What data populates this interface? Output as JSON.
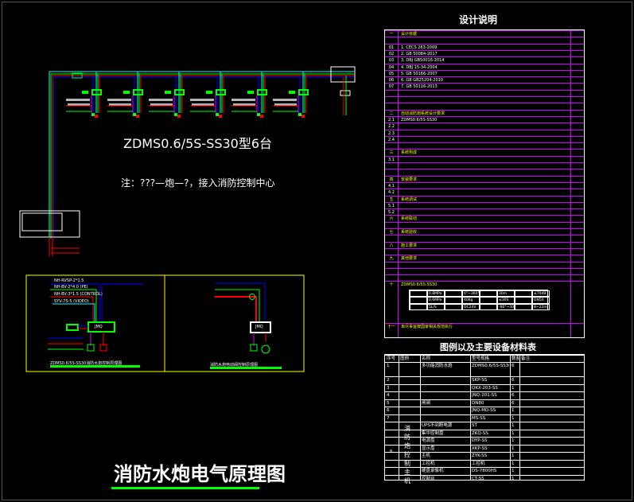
{
  "main_title": "消防水炮电气原理图",
  "diagram": {
    "model_label": "ZDMS0.6/5S-SS30型6台",
    "note": "注：???—炮—?，接入消防控制中心",
    "unit_count": 6,
    "unit_label": "JMQ",
    "bottom_left_caption": "ZDMS0.6/5S-SS30消防水炮控制原理图",
    "bottom_right_caption": "消防水炮电动阀控制原理图",
    "cables": [
      "NH-RVSP-2*1.5",
      "NH-BV-2*4.0 (PE)",
      "NH-BV-3*1.5 (CONTROL)",
      "SYV-75-5 (VIDEO)"
    ],
    "colors": {
      "cyan": "#00ffff",
      "green": "#00ff00",
      "red": "#ff0000",
      "blue": "#0000ff",
      "magenta": "#cc00ff",
      "yellow": "#ffff00"
    }
  },
  "notes": {
    "title": "设计说明",
    "rows": [
      {
        "n": "一",
        "t": "设计依据",
        "h": true
      },
      {
        "n": "",
        "t": ""
      },
      {
        "n": "01",
        "t": "1. CECS 263-2009"
      },
      {
        "n": "02",
        "t": "2. GB 50084-2017"
      },
      {
        "n": "03",
        "t": "3. DBJ GB50016-2014"
      },
      {
        "n": "04",
        "t": "4. DBJ 15-34-2004"
      },
      {
        "n": "05",
        "t": "5. GB 50166-2007"
      },
      {
        "n": "06",
        "t": "6. GB GB25204-2010"
      },
      {
        "n": "07",
        "t": "7. GB 50116-2013"
      },
      {
        "n": "",
        "t": ""
      },
      {
        "n": "",
        "t": ""
      },
      {
        "n": "",
        "t": ""
      },
      {
        "n": "二",
        "t": "自动消防炮系统设计要求",
        "h": true
      },
      {
        "n": "2.1",
        "t": "ZDMS0.6/5S-SS30"
      },
      {
        "n": "2.2",
        "t": ""
      },
      {
        "n": "2.3",
        "t": ""
      },
      {
        "n": "2.4",
        "t": ""
      },
      {
        "n": "",
        "t": ""
      },
      {
        "n": "三",
        "t": "系统构成",
        "h": true
      },
      {
        "n": "3.1",
        "t": ""
      },
      {
        "n": "",
        "t": ""
      },
      {
        "n": "",
        "t": ""
      },
      {
        "n": "四",
        "t": "安装要求",
        "h": true
      },
      {
        "n": "4.1",
        "t": ""
      },
      {
        "n": "4.2",
        "t": ""
      },
      {
        "n": "五",
        "t": "系统调试",
        "h": true
      },
      {
        "n": "5.1",
        "t": ""
      },
      {
        "n": "5.2",
        "t": ""
      },
      {
        "n": "六",
        "t": "系统联动",
        "h": true
      },
      {
        "n": "",
        "t": ""
      },
      {
        "n": "七",
        "t": "系统验收",
        "h": true
      },
      {
        "n": "",
        "t": ""
      },
      {
        "n": "八",
        "t": "施工要求",
        "h": true
      },
      {
        "n": "",
        "t": ""
      },
      {
        "n": "九",
        "t": "其他要求",
        "h": true
      },
      {
        "n": "",
        "t": ""
      },
      {
        "n": "",
        "t": ""
      },
      {
        "n": "",
        "t": ""
      },
      {
        "n": "十",
        "t": "ZDMS0.6/5S-SS30",
        "h": true
      }
    ],
    "params": [
      [
        "",
        "0.8MPa",
        "",
        "0°~360°",
        "",
        "30m",
        "",
        "≤70dB"
      ],
      [
        "",
        "0.6MPa",
        "",
        "40Kg",
        "",
        "≤30S",
        "",
        "DN50"
      ],
      [
        "",
        "5L/S",
        "",
        "DC24V",
        "",
        "-90°~30°",
        "",
        "8~22m"
      ]
    ],
    "last": {
      "n": "十一",
      "t": "未尽事宜按国家相关规范执行"
    }
  },
  "equipment": {
    "title": "图例以及主要设备材料表",
    "headers": [
      "序号",
      "图例",
      "名称",
      "型号规格",
      "数量",
      "备注"
    ],
    "rows": [
      {
        "no": "1",
        "name": "多功能消防水炮",
        "model": "ZDMS0.6/5S-SS30",
        "qty": "6"
      },
      {
        "no": "2",
        "name": "",
        "model": "SKP-SS",
        "qty": "6"
      },
      {
        "no": "3",
        "name": "",
        "model": "QKX-203-SS",
        "qty": "1"
      },
      {
        "no": "4",
        "name": "",
        "model": "JNQ-201-SS",
        "qty": "6"
      },
      {
        "no": "5",
        "name": "闸阀",
        "model": "DN80",
        "qty": "6"
      },
      {
        "no": "6",
        "name": "",
        "model": "JNQ-MD-SS",
        "qty": "1"
      },
      {
        "no": "7",
        "name": "",
        "model": "MS-SS",
        "qty": "1"
      }
    ],
    "group8": {
      "no": "8",
      "legend": "消防炮控制主机",
      "items": [
        {
          "name": "UPS不间断电源",
          "model": "ST",
          "qty": "1"
        },
        {
          "name": "集中控制盘",
          "model": "ZKQ-SS",
          "qty": "1"
        },
        {
          "name": "电源盘",
          "model": "DYP-SS",
          "qty": "1"
        },
        {
          "name": "显示盘",
          "model": "XKP-SS",
          "qty": "1"
        },
        {
          "name": "主机",
          "model": "ZYK-SS",
          "qty": "1"
        },
        {
          "name": "工控机",
          "model": "工控机",
          "qty": "1"
        },
        {
          "name": "硬盘录像机",
          "model": "DS-7800HS",
          "qty": "1"
        },
        {
          "name": "控制台",
          "model": "CT-SS",
          "qty": "1"
        }
      ]
    }
  }
}
